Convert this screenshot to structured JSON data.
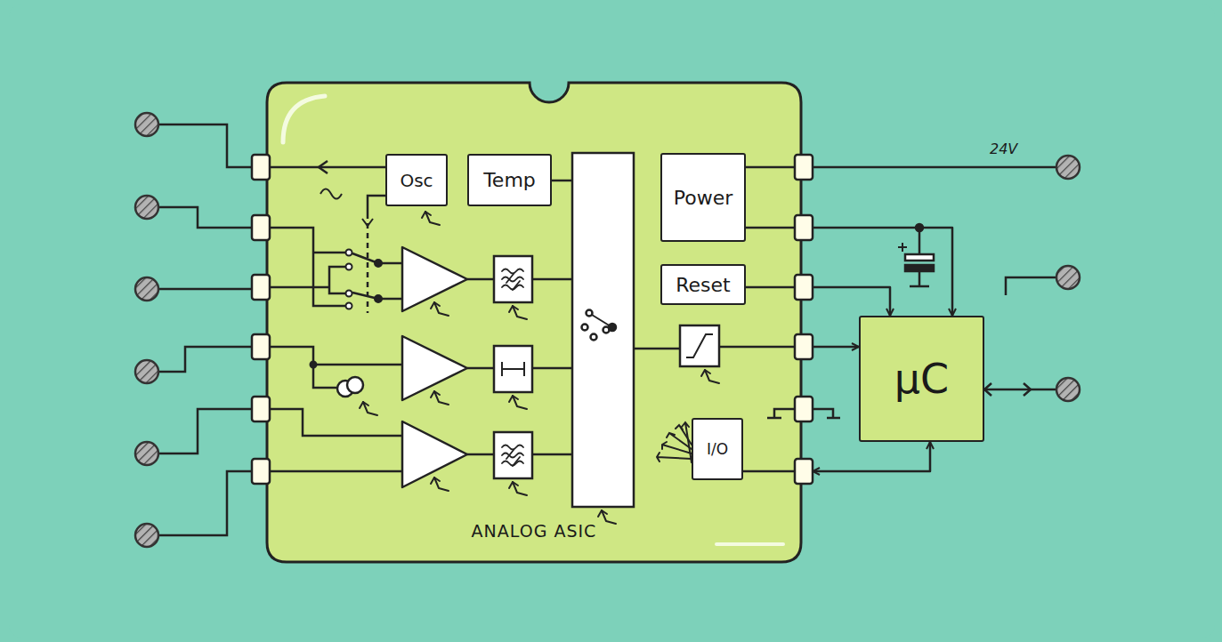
{
  "diagram": {
    "nodes": [
      {
        "text": [
          "ANALOG ASIC"
        ]
      },
      {
        "text": [
          "Osc"
        ],
        "in": 0
      },
      {
        "text": [
          "Temp"
        ],
        "in": 0
      },
      {
        "text": [
          "Power"
        ],
        "in": 0
      },
      {
        "text": [
          "Reset"
        ],
        "in": 0
      },
      {
        "text": [
          "I/O"
        ],
        "in": 0
      },
      {
        "text": [
          "μC"
        ]
      }
    ],
    "edges": [
      {
        "from": 0,
        "to": 6,
        "arrow": "to"
      },
      {
        "from": 0,
        "to": 6,
        "arrow": "to"
      },
      {
        "from": 0,
        "to": 6,
        "arrow": "to"
      },
      {
        "from": 0,
        "to": 6,
        "arrow": "both"
      }
    ],
    "labels": [
      "24V"
    ]
  }
}
